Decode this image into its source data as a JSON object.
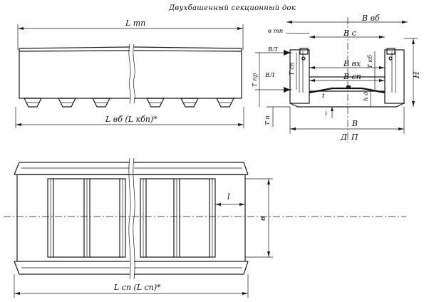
{
  "title": "Двухбашенный секционный док",
  "side_view": {
    "top_dim": "L тп",
    "bottom_dim": "L вб (L кбп)*"
  },
  "cross_section": {
    "labels": {
      "b_total": "B вб",
      "b_tp": "в тп",
      "b_c": "B с",
      "vl_top": "ВЛ",
      "b_vx": "B вх",
      "t_sp": "T сп",
      "t_kb": "T кб",
      "b_sp": "B сп",
      "vl_mid": "ВЛ",
      "t_pr": "T пр",
      "h_big": "H",
      "t_small": "t",
      "h_d": "h д",
      "i_label": "i",
      "t_p": "T п",
      "b_bottom": "B",
      "d_label": "Д",
      "p_label": "П"
    }
  },
  "plan_view": {
    "l_label": "l",
    "v_label": "в",
    "bottom_dim": "L сп (L сп)*"
  }
}
